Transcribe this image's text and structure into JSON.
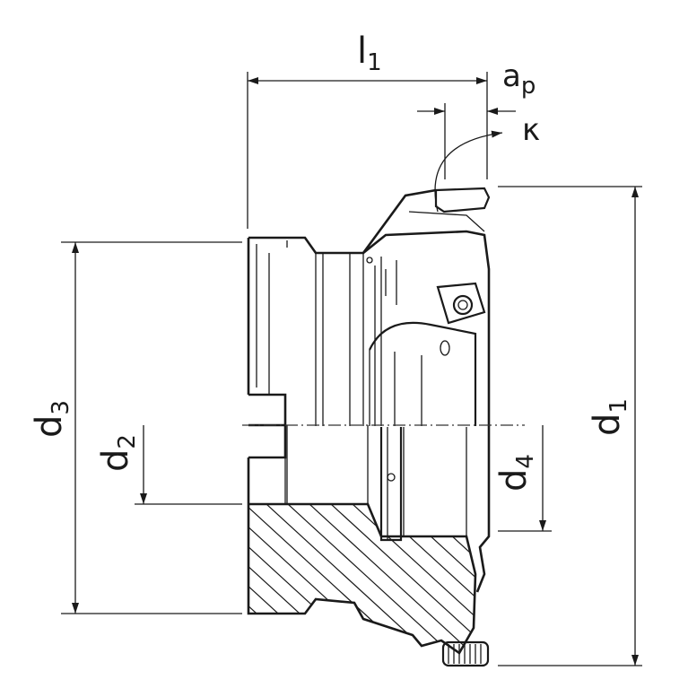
{
  "dimensions": {
    "l1": {
      "main": "l",
      "sub": "1"
    },
    "ap": {
      "main": "a",
      "sub": "p"
    },
    "kappa": {
      "main": "κ"
    },
    "d1": {
      "main": "d",
      "sub": "1"
    },
    "d2": {
      "main": "d",
      "sub": "2"
    },
    "d3": {
      "main": "d",
      "sub": "3"
    },
    "d4": {
      "main": "d",
      "sub": "4"
    }
  },
  "colors": {
    "line": "#1a1a1a",
    "background": "#ffffff"
  }
}
